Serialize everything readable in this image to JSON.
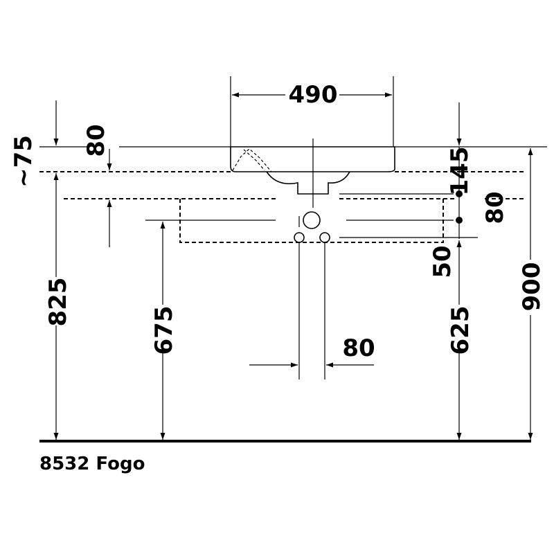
{
  "product": {
    "label": "8532 Fogo"
  },
  "dimensions": {
    "basin_width": "490",
    "top_depth": "80",
    "approx_offset": "~75",
    "overflow_offset": "145",
    "trap_spacing": "80",
    "pipe_offset": "50",
    "height_825": "825",
    "height_675": "675",
    "pipe_spacing": "80",
    "height_625": "625",
    "height_900": "900"
  },
  "colors": {
    "line": "#000000",
    "background": "#ffffff"
  }
}
